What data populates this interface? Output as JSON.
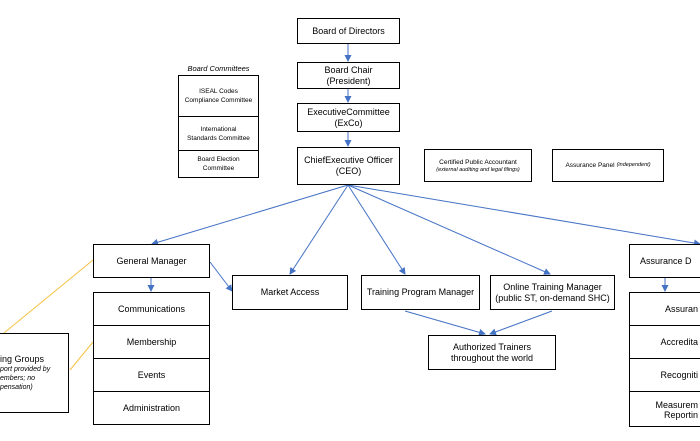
{
  "nodes": {
    "board_directors": "Board of Directors",
    "board_chair_line1": "Board Chair",
    "board_chair_line2": "(President)",
    "exec_committee_line1": "ExecutiveCommittee",
    "exec_committee_line2": "(ExCo)",
    "ceo_line1": "ChiefExecutive Officer",
    "ceo_line2": "(CEO)",
    "cpa_line1": "Certified  Public Accountant",
    "cpa_line2": "(external auditing and legal filings)",
    "assurance_panel": "Assurance Panel",
    "assurance_panel_note": "(independent)",
    "general_manager": "General Manager",
    "market_access": "Market Access",
    "training_program_manager": "Training Program Manager",
    "online_training_line1": "Online Training Manager",
    "online_training_line2": "(public ST, on-demand SHC)",
    "authorized_trainers_line1": "Authorized Trainers",
    "authorized_trainers_line2": "throughout the world",
    "working_groups_line1": "ing Groups",
    "working_groups_line2": "port provided by",
    "working_groups_line3": "embers; no",
    "working_groups_line4": "pensation)",
    "assurance_director": "Assurance D",
    "assurance_sub": [
      "Assuran",
      "Accredita",
      "Recogniti",
      "Measurem",
      "Reportin"
    ]
  },
  "board_committees": {
    "title": "Board Committees",
    "items": [
      {
        "line1": "ISEAL  Codes",
        "line2": "Compliance  Committee"
      },
      {
        "line1": "International",
        "line2": "Standards Committee"
      },
      {
        "line1": "Board  Election",
        "line2": "Committee"
      }
    ]
  },
  "gm_departments": [
    "Communications",
    "Membership",
    "Events",
    "Administration"
  ],
  "colors": {
    "arrow": "#4472c4",
    "connector": "#f5c242",
    "border": "#000000"
  }
}
